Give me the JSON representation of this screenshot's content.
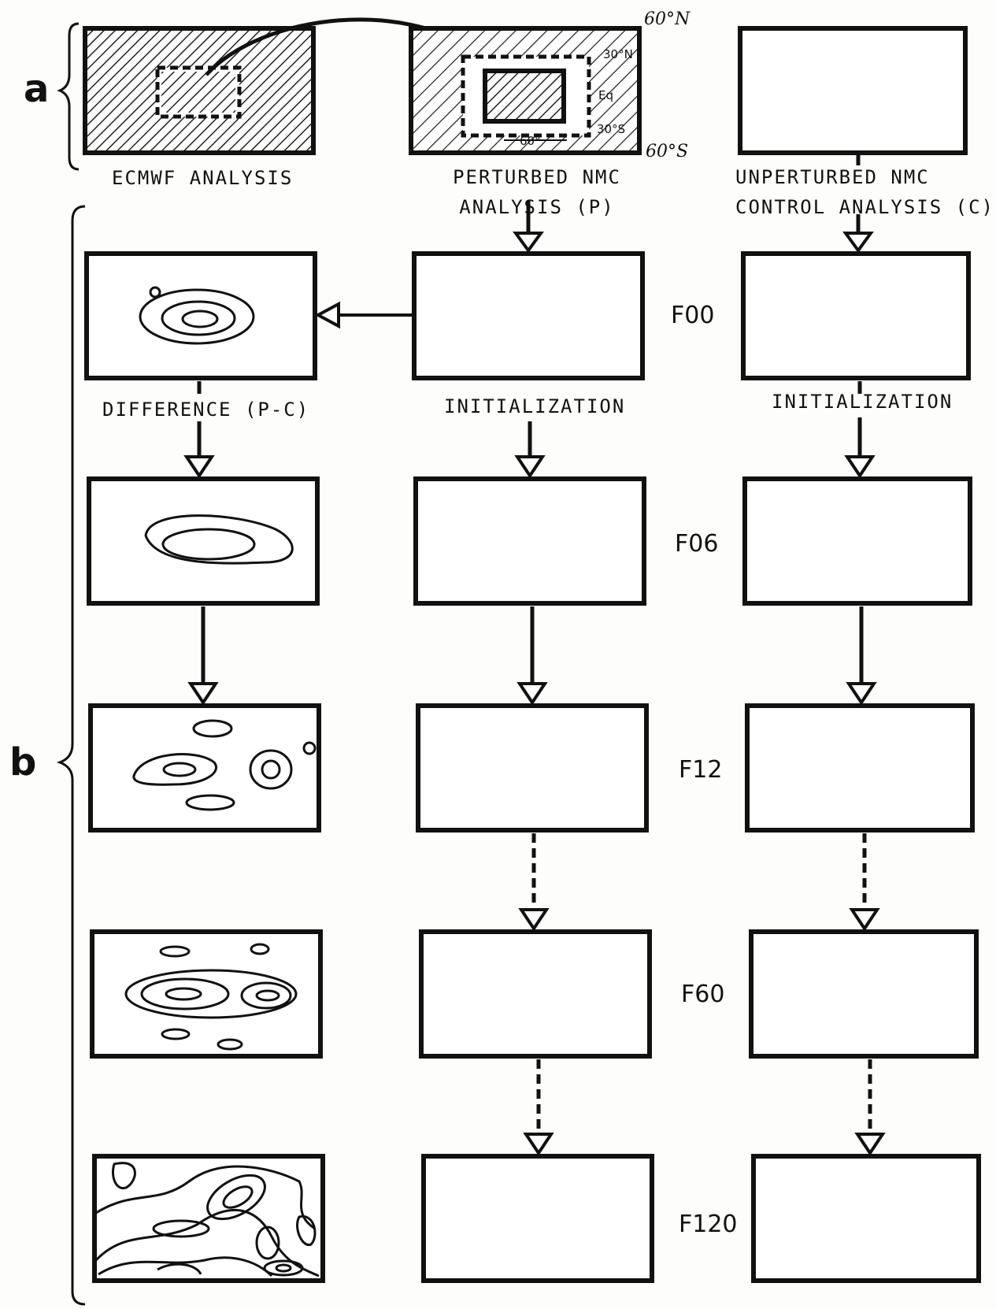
{
  "side_labels": {
    "a": "a",
    "b": "b"
  },
  "top_row": {
    "ecmwf": "ECMWF ANALYSIS",
    "perturbed_line1": "PERTURBED NMC",
    "perturbed_line2": "ANALYSIS (P)",
    "unperturbed_line1": "UNPERTURBED NMC",
    "unperturbed_line2": "CONTROL ANALYSIS (C)"
  },
  "latitude_marks": {
    "north60": "60°N",
    "south60": "60°S",
    "north30": "30°N",
    "equator": "Eq",
    "south30": "30°S",
    "width": "60°"
  },
  "column_labels": {
    "difference": "DIFFERENCE (P-C)",
    "initialization_p": "INITIALIZATION",
    "initialization_c": "INITIALIZATION"
  },
  "forecast_steps": [
    "F00",
    "F06",
    "F12",
    "F60",
    "F120"
  ]
}
